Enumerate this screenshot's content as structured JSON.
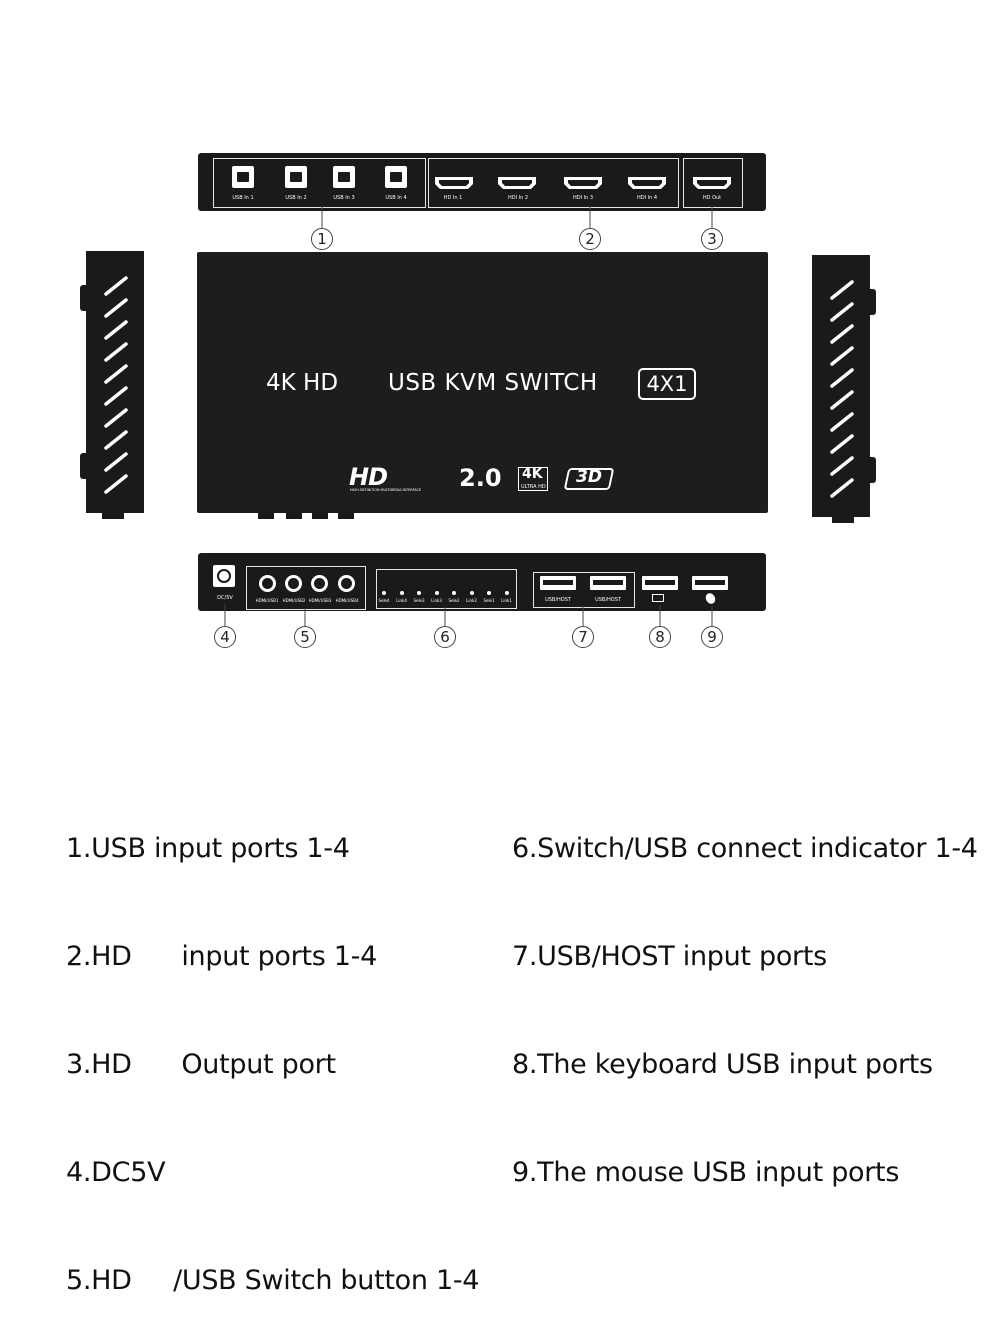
{
  "rear_panel": {
    "usb_in_labels": [
      "USB In 1",
      "USB In 2",
      "USB In 3",
      "USB In 4"
    ],
    "hdmi_in_labels": [
      "HD  In 1",
      "HDI  In 2",
      "HDI  In 3",
      "HDI  In 4"
    ],
    "hdmi_out_label": "HD   Out"
  },
  "top_face": {
    "title_left": "4K HD",
    "title_main": "USB KVM SWITCH",
    "badge": "4X1",
    "logo_hd": "HD",
    "logo_hd_sub": "HIGH-DEFINITION MULTIMEDIA INTERFACE",
    "logo_20": "2.0",
    "logo_4k": "4K",
    "logo_4k_sub": "ULTRA HD",
    "logo_3d": "3D"
  },
  "front_panel": {
    "dc_label": "DC/5V",
    "button_labels": [
      "HDMI/USB1",
      "HDMI/USB2",
      "HDMI/USB3",
      "HDMI/USB4"
    ],
    "led_labels": [
      "Sele4",
      "Link4",
      "Sele3",
      "Link3",
      "Sele2",
      "Link2",
      "Sele1",
      "Link1"
    ],
    "usb_host_labels": [
      "USB/HOST",
      "USB/HOST"
    ]
  },
  "callouts": [
    "1",
    "2",
    "3",
    "4",
    "5",
    "6",
    "7",
    "8",
    "9"
  ],
  "legend": {
    "left": [
      "1.USB input ports 1-4",
      "2.HD      input ports 1-4",
      "3.HD      Output port",
      "4.DC5V",
      "5.HD     /USB Switch button 1-4"
    ],
    "right": [
      "6.Switch/USB connect indicator 1-4",
      "7.USB/HOST input ports",
      "8.The keyboard USB input ports",
      "9.The mouse USB input ports"
    ]
  }
}
